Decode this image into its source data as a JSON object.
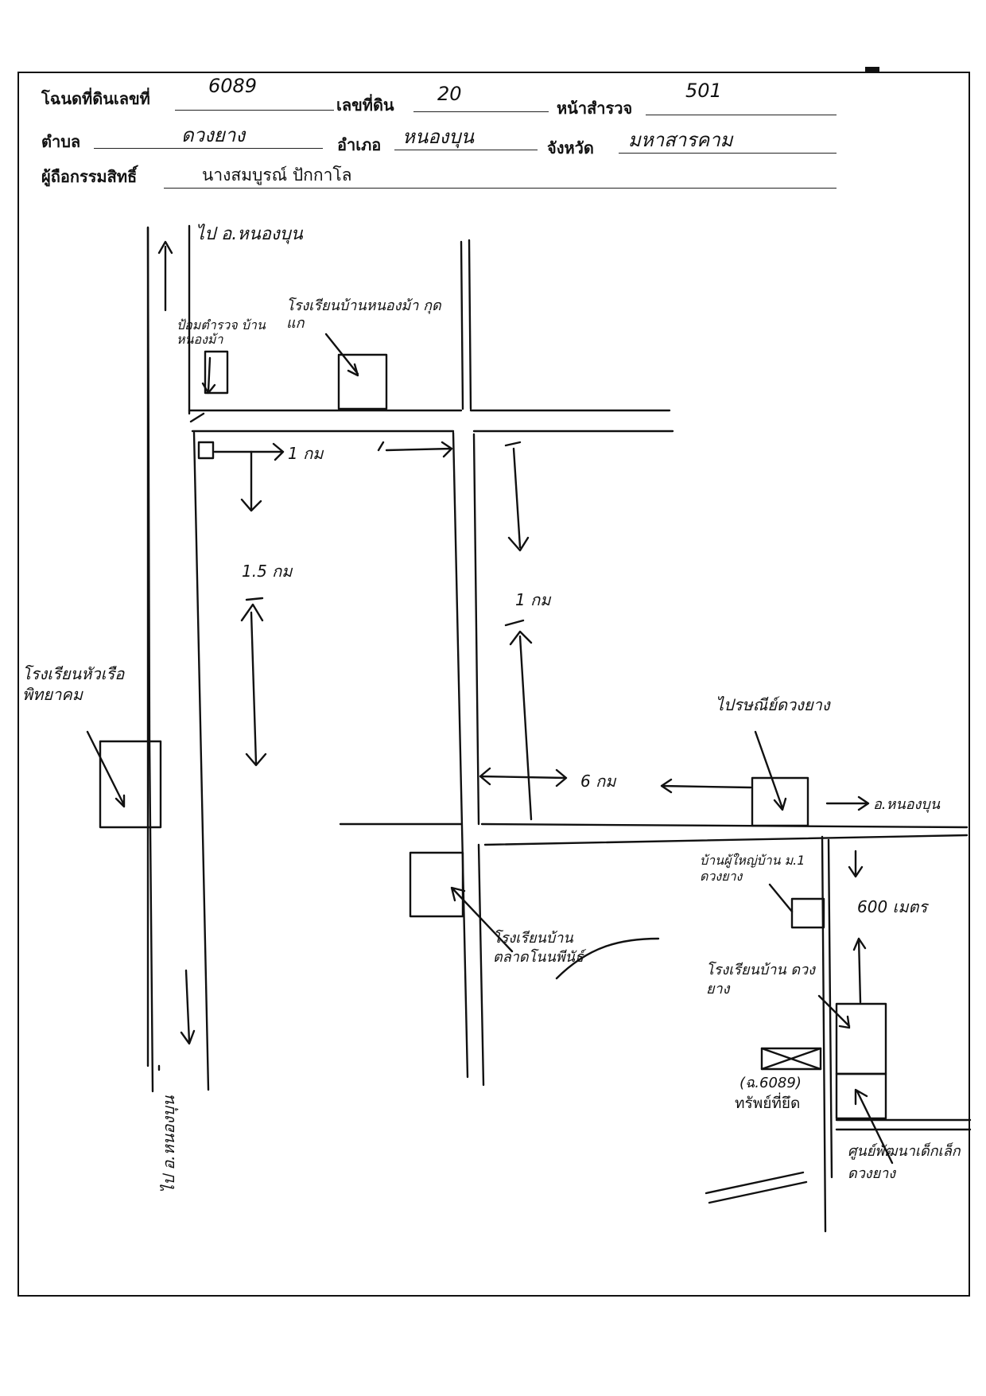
{
  "header": {
    "deed_label": "โฉนดที่ดินเลขที่",
    "deed_value": "6089",
    "land_no_label": "เลขที่ดิน",
    "land_no_value": "20",
    "survey_page_label": "หน้าสำรวจ",
    "survey_page_value": "501",
    "subdistrict_label": "ตำบล",
    "subdistrict_value": "ดวงยาง",
    "district_label": "อำเภอ",
    "district_value": "หนองบุน",
    "province_label": "จังหวัด",
    "province_value": "มหาสารคาม",
    "owner_label": "ผู้ถือกรรมสิทธิ์",
    "owner_value": "นางสมบูรณ์ ปักกาโล"
  },
  "map_labels": {
    "road_north": "ไป อ.หนองบุน",
    "road_south": "ไป อ.หนองบุน",
    "police_box": "ป้อมตำรวจ บ้านหนองม้า",
    "school_north": "โรงเรียนบ้านหนองม้า กุดแก",
    "school_west": "โรงเรียนหัวเรือ พิทยาคม",
    "school_market": "โรงเรียนบ้าน ตลาดโนนพีนัธ์",
    "school_duangyang": "โรงเรียนบ้าน ดวงยาง",
    "post_office": "ไปรษณีย์ดวงยาง",
    "village_head": "บ้านผู้ใหญ่บ้าน ม.1 ดวงยาง",
    "child_center": "ศูนย์พัฒนาเด็กเล็ก ดวงยาง",
    "to_district_east": "อ.หนองบุน",
    "dist_1km_top": "1 กม",
    "dist_1_5km": "1.5 กม",
    "dist_1km_right": "1 กม",
    "dist_6km": "6 กม",
    "dist_600m": "600 เมตร",
    "deed_ref": "(ฉ.6089)",
    "seized_property": "ทรัพย์ที่ยึด"
  }
}
